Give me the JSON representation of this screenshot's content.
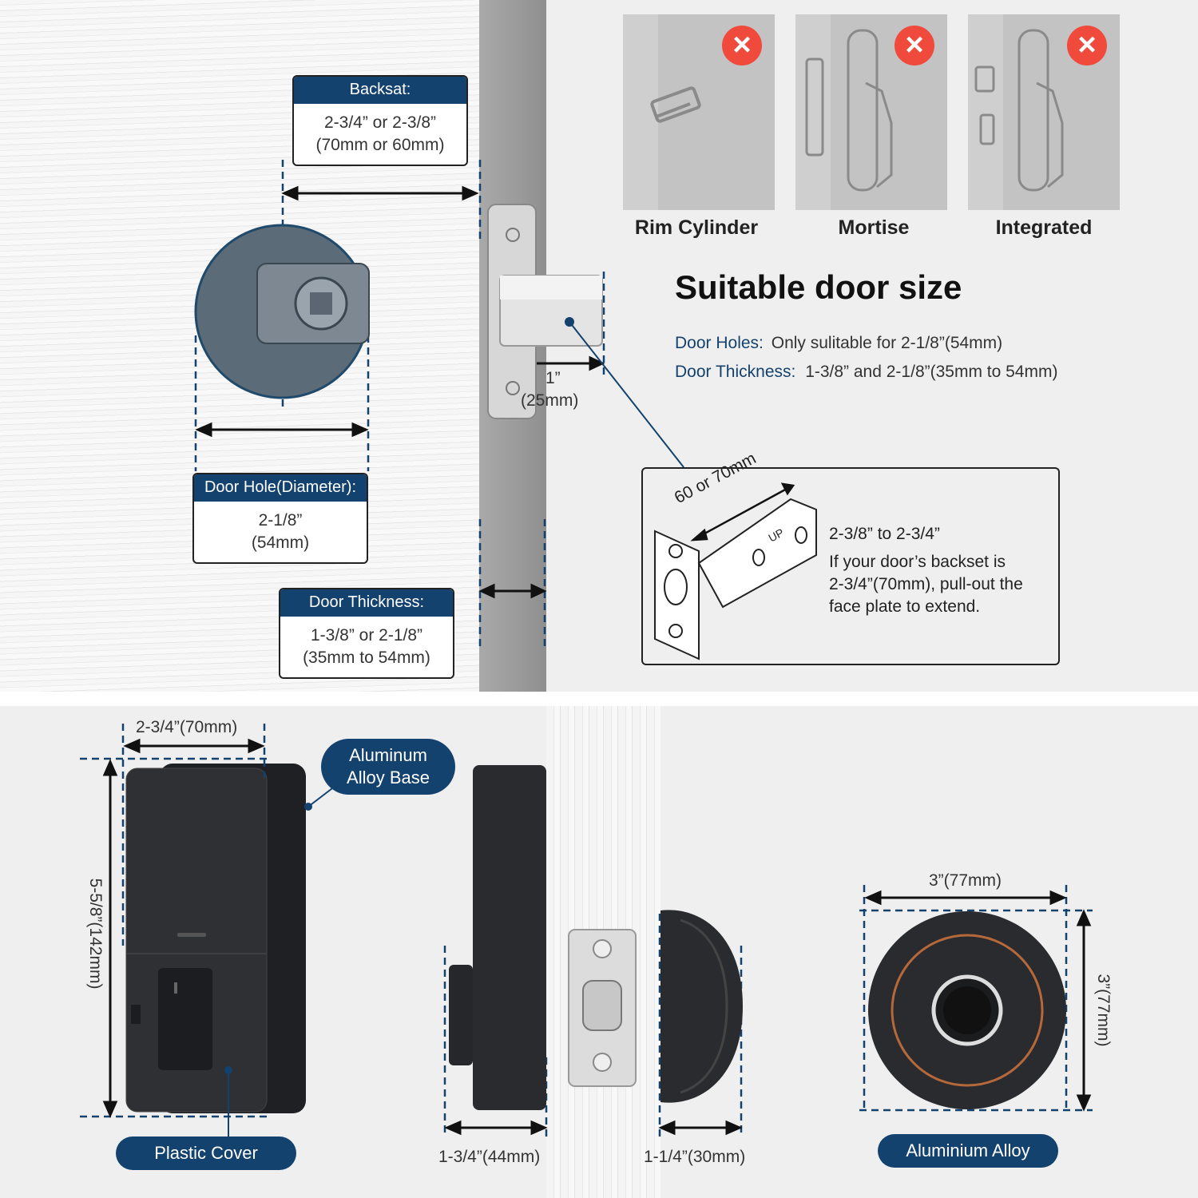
{
  "backset_box": {
    "title": "Backsat:",
    "line1": "2-3/4” or 2-3/8”",
    "line2": "(70mm or 60mm)"
  },
  "door_hole_box": {
    "title": "Door Hole(Diameter):",
    "line1": "2-1/8”",
    "line2": "(54mm)"
  },
  "door_thickness_box": {
    "title": "Door Thickness:",
    "line1": "1-3/8” or 2-1/8”",
    "line2": "(35mm to 54mm)"
  },
  "bolt_throw": {
    "line1": "1”",
    "line2": "(25mm)"
  },
  "incompatible_types": [
    {
      "label": "Rim Cylinder",
      "icon": "x-icon"
    },
    {
      "label": "Mortise",
      "icon": "x-icon"
    },
    {
      "label": "Integrated",
      "icon": "x-icon"
    }
  ],
  "suitable": {
    "heading": "Suitable door size",
    "holes_label": "Door Holes:",
    "holes_value": "Only sulitable for 2-1/8”(54mm)",
    "thickness_label": "Door Thickness:",
    "thickness_value": "1-3/8” and 2-1/8”(35mm to 54mm)"
  },
  "latch_callout": {
    "length_label": "60 or 70mm",
    "range": "2-3/8” to 2-3/4”",
    "note_1": "If your door’s backset is",
    "note_2": "2-3/4”(70mm), pull-out the",
    "note_3": "face plate to extend.",
    "stamp": "UP"
  },
  "front_unit": {
    "width": "2-3/4”(70mm)",
    "height": "5-5/8”(142mm)",
    "base_label_1": "Aluminum",
    "base_label_2": "Alloy Base",
    "cover_label": "Plastic Cover"
  },
  "side_view": {
    "outer_depth": "1-3/4”(44mm)",
    "inner_depth": "1-1/4”(30mm)"
  },
  "back_unit": {
    "width": "3”(77mm)",
    "height": "3”(77mm)",
    "material": "Aluminium Alloy"
  },
  "colors": {
    "navy": "#14426e",
    "red": "#f04a3d",
    "dark": "#2a2b2e",
    "bronze": "#b5683a"
  }
}
